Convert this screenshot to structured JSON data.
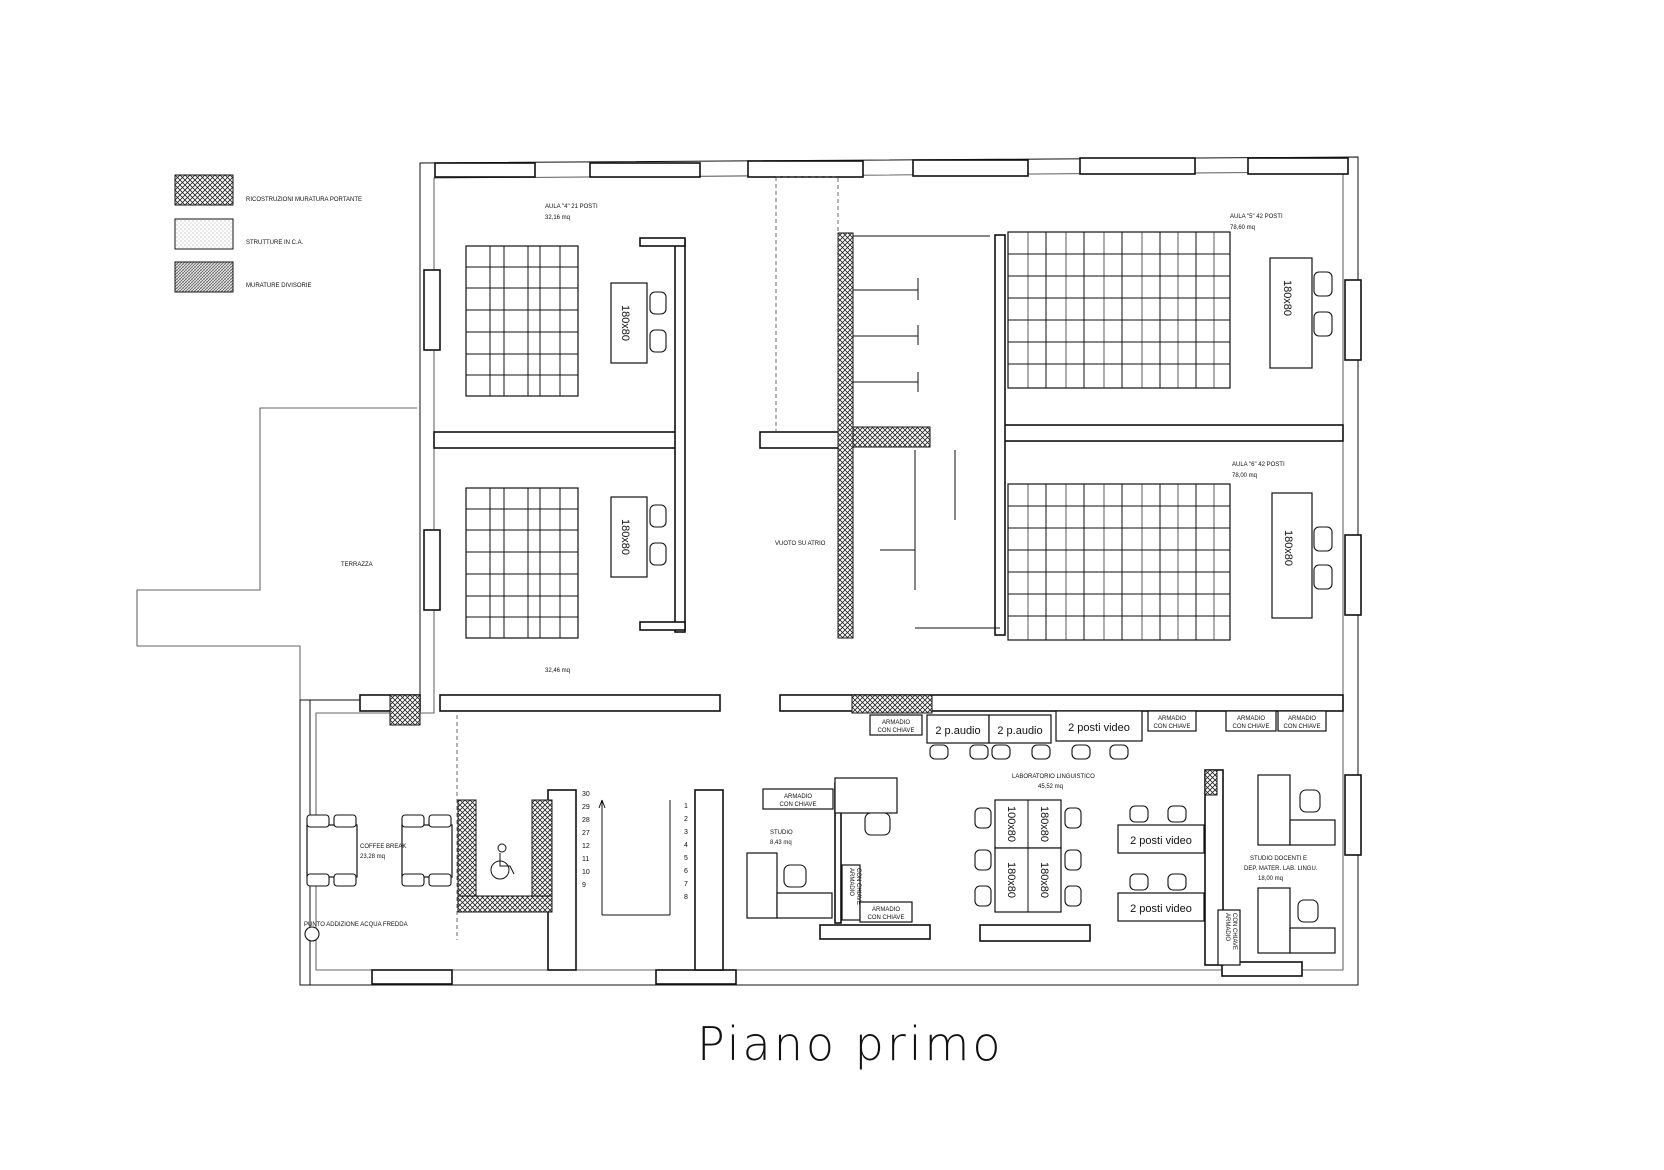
{
  "title": "Piano primo",
  "legend": [
    {
      "label": "RICOSTRUZIONI MURATURA PORTANTE",
      "pattern": "cross-hatch"
    },
    {
      "label": "STRUTTURE IN C.A.",
      "pattern": "dotted"
    },
    {
      "label": "MURATURE DIVISORIE",
      "pattern": "dense-hatch"
    }
  ],
  "rooms": {
    "aula4": {
      "name": "AULA \"4\" 21 POSTI",
      "area": "32,16 mq"
    },
    "aula_lower_left": {
      "area": "32,46 mq"
    },
    "aula5": {
      "name": "AULA \"5\" 42 POSTI",
      "area": "78,60 mq"
    },
    "aula6": {
      "name": "AULA \"6\" 42 POSTI",
      "area": "78,00 mq"
    },
    "terrazza": {
      "name": "TERRAZZA"
    },
    "vuoto": {
      "name": "VUOTO SU ATRIO"
    },
    "coffee": {
      "name": "COFFEE BREAK",
      "area": "23,28 mq"
    },
    "punto": {
      "name": "PUNTO ADDIZIONE ACQUA FREDDA"
    },
    "studio": {
      "name": "STUDIO",
      "area": "8,43 mq"
    },
    "lab": {
      "name": "LABORATORIO LINGUISTICO",
      "area": "45,52 mq"
    },
    "studio_docenti": {
      "line1": "STUDIO DOCENTI E",
      "line2": "DEP. MATER. LAB. LINGU.",
      "area": "18,00 mq"
    }
  },
  "desks": {
    "size": "180x80",
    "size_alt": "100x80"
  },
  "furniture": {
    "armadio": [
      "ARMADIO",
      "CON CHIAVE"
    ],
    "paudio": "2 p.audio",
    "posti_video": "2 posti video"
  },
  "stairs": {
    "left": [
      "30",
      "29",
      "28",
      "27",
      "12",
      "11",
      "10",
      "9"
    ],
    "right": [
      "1",
      "2",
      "3",
      "4",
      "5",
      "6",
      "7",
      "8"
    ]
  },
  "colors": {
    "line": "#111111",
    "background": "#ffffff"
  }
}
